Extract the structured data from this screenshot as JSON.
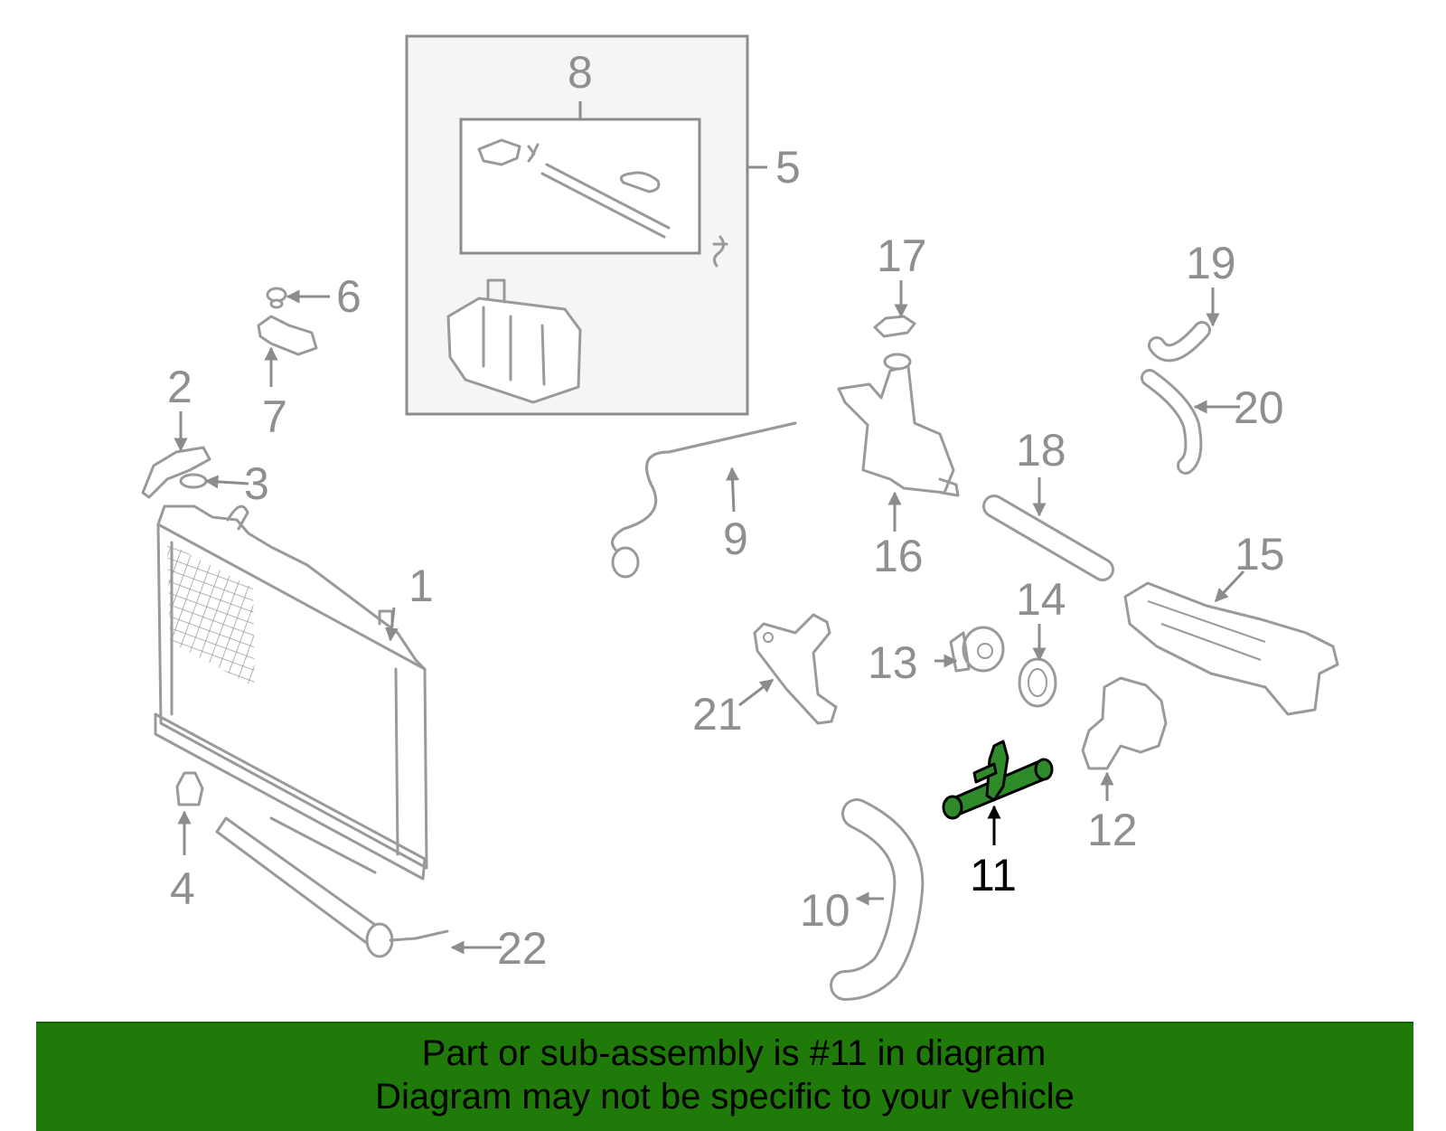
{
  "diagram": {
    "highlighted_part": "11",
    "callouts": [
      "1",
      "2",
      "3",
      "4",
      "5",
      "6",
      "7",
      "8",
      "9",
      "10",
      "11",
      "12",
      "13",
      "14",
      "15",
      "16",
      "17",
      "18",
      "19",
      "20",
      "21",
      "22"
    ],
    "colors": {
      "part_stroke": "#9a9a9a",
      "highlight_fill": "#2f8a2a",
      "footer_bg": "#1f7a0a"
    }
  },
  "footer": {
    "line1": "Part or sub-assembly is #11 in diagram",
    "line2": "Diagram may not be specific to your vehicle"
  }
}
